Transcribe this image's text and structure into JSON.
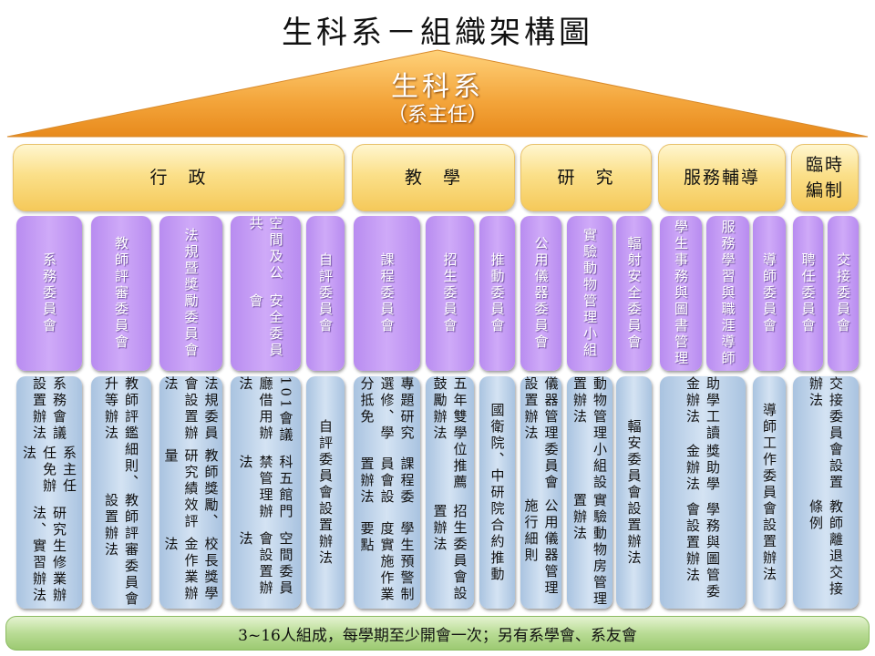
{
  "title": "生科系－組織架構圖",
  "head": {
    "name": "生科系",
    "role": "（系主任）"
  },
  "categories": [
    "行　政",
    "教　學",
    "研　究",
    "服務輔導",
    "臨時\n編制"
  ],
  "committees": [
    {
      "lines": [
        "系務委員會"
      ],
      "rules": [
        "系務會議設置辦法",
        "系主任任免辦法",
        "研究生修業辦法、實習辦法"
      ]
    },
    {
      "lines": [
        "教師評審委員會"
      ],
      "rules": [
        "教師評鑑細則、升等辦法",
        "教師評審委員會設置辦法"
      ]
    },
    {
      "lines": [
        "法規暨",
        "獎勵委員會"
      ],
      "rules": [
        "法規委員會設置辦法",
        "教師獎勵、研究績效評量",
        "校長獎學金作業辦法"
      ]
    },
    {
      "lines": [
        "空間及公共",
        "安全委員會"
      ],
      "rules": [
        "101會議廳借用辦法",
        "科五館門禁管理辦法",
        "空間委員會設置辦法"
      ]
    },
    {
      "lines": [
        "自評委員會"
      ],
      "rules": [
        "自評委員會設置辦法"
      ]
    },
    {
      "lines": [
        "課程委員會"
      ],
      "rules": [
        "專題研究選修、學分抵免",
        "課程委員會設置辦法",
        "學生預警制度實施作業要點"
      ]
    },
    {
      "lines": [
        "招生委員會"
      ],
      "rules": [
        "五年雙學位推薦鼓勵辦法",
        "招生委員會設置辦法"
      ]
    },
    {
      "lines": [
        "推動委員會"
      ],
      "rules": [
        "國衛院、中研院合約推動"
      ]
    },
    {
      "lines": [
        "公用儀器委員會"
      ],
      "rules": [
        "儀器管理委員會設置辦法",
        "公用儀器管理施行細則"
      ]
    },
    {
      "lines": [
        "實驗動物管理小組"
      ],
      "rules": [
        "動物管理小組設置辦法",
        "實驗動物房管理置辦法"
      ]
    },
    {
      "lines": [
        "輻射安全委員會"
      ],
      "rules": [
        "輻安委員會設置辦法"
      ]
    },
    {
      "lines": [
        "學生事務與",
        "圖書管理"
      ]
    },
    {
      "lines": [
        "服務學習與",
        "職涯導師"
      ],
      "rules": [
        "助學工讀金辦法",
        "獎助學金辦法",
        "學務與圖管委會設置辦法"
      ]
    },
    {
      "lines": [
        "導師委員會"
      ],
      "rules": [
        "導師工作委員會設置辦法"
      ]
    },
    {
      "lines": [
        "聘任委員會"
      ],
      "rules": [
        "交接委員會設置辦法",
        "教師離退交接條例"
      ]
    },
    {
      "lines": [
        "交接委員會"
      ]
    }
  ],
  "footer": "3~16人組成，每學期至少開會一次；另有系學會、系友會",
  "colors": {
    "roof": "#f0a030",
    "committee": "#c8a0f5",
    "rules": "#c4d8ee",
    "category": "#fbe08a",
    "footer": "#b9dc95"
  }
}
